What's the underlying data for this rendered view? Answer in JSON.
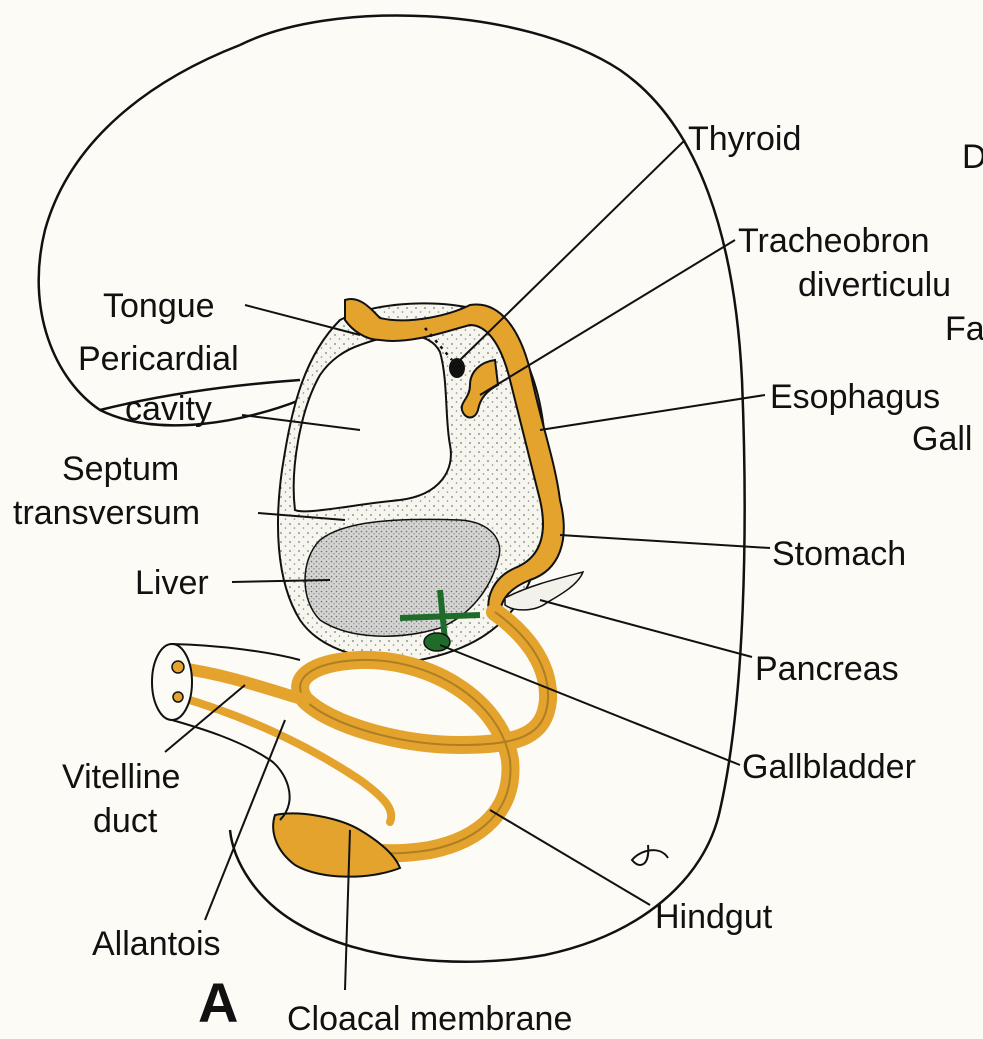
{
  "panel_letter": "A",
  "labels": {
    "thyroid": "Thyroid",
    "tracheobronchial_line1": "Tracheobron",
    "tracheobronchial_line2": "diverticulu",
    "fa_partial": "Fa",
    "esophagus": "Esophagus",
    "gall_partial": "Gall",
    "d_partial": "D",
    "stomach": "Stomach",
    "pancreas": "Pancreas",
    "gallbladder": "Gallbladder",
    "hindgut": "Hindgut",
    "cloacal_membrane": "Cloacal membrane",
    "allantois": "Allantois",
    "vitelline_line1": "Vitelline",
    "vitelline_line2": "duct",
    "liver": "Liver",
    "septum_line1": "Septum",
    "septum_line2": "transversum",
    "pericardial_line1": "Pericardial",
    "pericardial_line2": "cavity",
    "tongue": "Tongue"
  },
  "colors": {
    "background": "#fcfbf6",
    "gut": "#e3a32c",
    "gallbladder": "#1f6b2a",
    "liver": "#cfcfcf",
    "outline": "#111111"
  }
}
